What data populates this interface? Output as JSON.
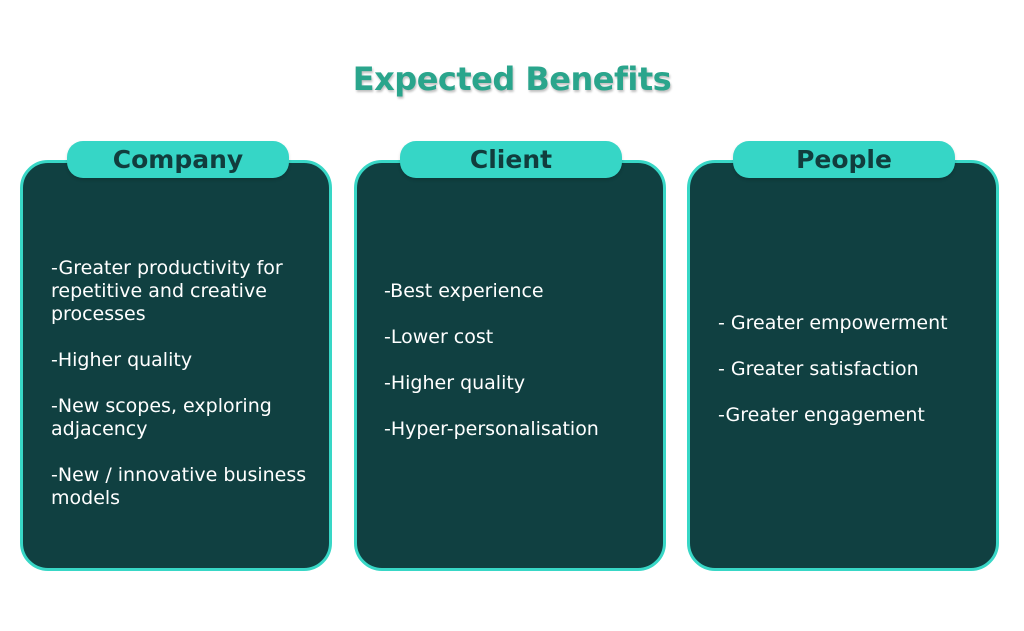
{
  "title": "Expected Benefits",
  "colors": {
    "title": "#2aa58c",
    "card_background": "#104041",
    "card_border": "#38d7c6",
    "tab_background": "#36d6c6",
    "tab_text": "#113d3d",
    "item_text": "#ffffff"
  },
  "columns": [
    {
      "heading": "Company",
      "items": [
        "-Greater productivity for repetitive and  creative processes",
        "-Higher quality",
        "-New scopes, exploring adjacency",
        "-New / innovative business models"
      ]
    },
    {
      "heading": "Client",
      "items": [
        "-Best experience",
        "-Lower cost",
        "-Higher quality",
        "-Hyper-personalisation"
      ]
    },
    {
      "heading": "People",
      "items": [
        "- Greater empowerment",
        "- Greater satisfaction",
        "-Greater engagement"
      ]
    }
  ]
}
